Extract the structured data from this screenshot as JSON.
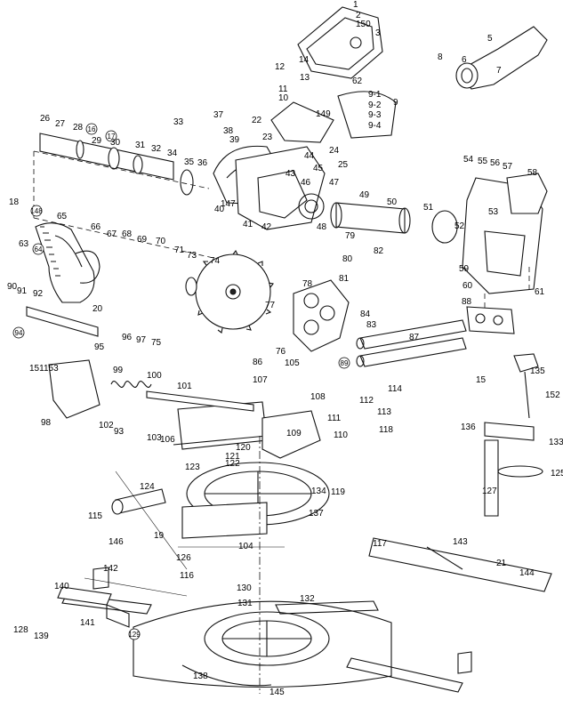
{
  "diagram": {
    "type": "exploded-parts-view",
    "callouts": [
      "1",
      "2",
      "150",
      "3",
      "5",
      "6",
      "7",
      "8",
      "12",
      "13",
      "14",
      "62",
      "9",
      "9-1",
      "9-2",
      "9-3",
      "9-4",
      "11",
      "10",
      "149",
      "37",
      "38",
      "39",
      "22",
      "23",
      "24",
      "25",
      "33",
      "26",
      "27",
      "28",
      "16",
      "17",
      "29",
      "30",
      "31",
      "32",
      "34",
      "35",
      "36",
      "43",
      "44",
      "45",
      "46",
      "47",
      "49",
      "48",
      "41",
      "42",
      "40",
      "147",
      "50",
      "51",
      "52",
      "53",
      "54",
      "55",
      "56",
      "57",
      "58",
      "59",
      "60",
      "61",
      "18",
      "148",
      "65",
      "66",
      "67",
      "68",
      "69",
      "70",
      "63",
      "64",
      "71",
      "73",
      "74",
      "79",
      "80",
      "82",
      "81",
      "78",
      "77",
      "76",
      "84",
      "83",
      "90",
      "91",
      "92",
      "20",
      "94",
      "95",
      "96",
      "97",
      "75",
      "86",
      "88",
      "89",
      "87",
      "15",
      "135",
      "152",
      "151",
      "153",
      "98",
      "99",
      "100",
      "101",
      "102",
      "93",
      "103",
      "106",
      "105",
      "107",
      "108",
      "109",
      "110",
      "111",
      "112",
      "113",
      "114",
      "118",
      "119",
      "120",
      "121",
      "122",
      "123",
      "124",
      "115",
      "19",
      "134",
      "137",
      "136",
      "133",
      "125",
      "127",
      "126",
      "104",
      "116",
      "117",
      "21",
      "144",
      "143",
      "146",
      "142",
      "140",
      "141",
      "139",
      "128",
      "129",
      "130",
      "131",
      "132",
      "145",
      "138"
    ],
    "spec_labels": [
      "9-1",
      "9-2",
      "9-3",
      "9-4"
    ]
  }
}
